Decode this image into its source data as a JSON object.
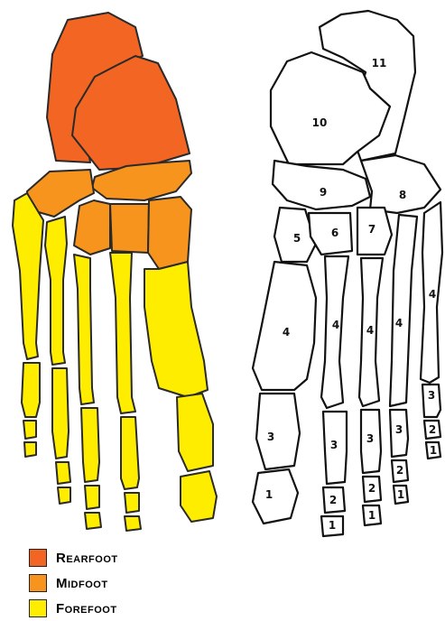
{
  "colors": {
    "rearfoot": "#f26522",
    "midfoot": "#f7941d",
    "forefoot": "#ffed00",
    "outline": "#111111"
  },
  "right_foot_labels": {
    "calcaneus": "11",
    "talus": "10",
    "navicular": "9",
    "cuboid": "8",
    "medial_cuneiform": "5",
    "intermediate_cuneiform": "6",
    "lateral_cuneiform": "7",
    "metatarsal_1": "4",
    "metatarsal_2": "4",
    "metatarsal_3": "4",
    "metatarsal_4": "4",
    "metatarsal_5": "4",
    "proximal_phalanx_1": "3",
    "proximal_phalanx_2": "3",
    "proximal_phalanx_3": "3",
    "proximal_phalanx_4": "3",
    "proximal_phalanx_5": "3",
    "distal_phalanx_1": "1",
    "middle_phalanx_2": "2",
    "distal_phalanx_2": "1",
    "middle_phalanx_3": "2",
    "distal_phalanx_3": "1",
    "middle_phalanx_4": "2",
    "distal_phalanx_4": "1",
    "middle_phalanx_5": "2",
    "distal_phalanx_5": "1"
  },
  "legend": [
    {
      "label": "Rearfoot",
      "color": "#f26522"
    },
    {
      "label": "Midfoot",
      "color": "#f7941d"
    },
    {
      "label": "Forefoot",
      "color": "#ffed00"
    }
  ]
}
